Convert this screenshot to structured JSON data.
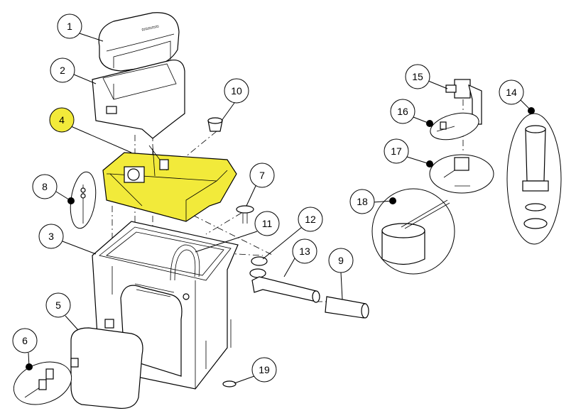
{
  "diagram": {
    "title": "Exploded parts diagram",
    "highlight_color": "#f2ea3a",
    "callouts": [
      {
        "id": "c1",
        "label": "1"
      },
      {
        "id": "c2",
        "label": "2"
      },
      {
        "id": "c3",
        "label": "3"
      },
      {
        "id": "c4",
        "label": "4",
        "highlighted": true
      },
      {
        "id": "c5",
        "label": "5"
      },
      {
        "id": "c6",
        "label": "6"
      },
      {
        "id": "c7",
        "label": "7"
      },
      {
        "id": "c8",
        "label": "8"
      },
      {
        "id": "c9",
        "label": "9"
      },
      {
        "id": "c10",
        "label": "10"
      },
      {
        "id": "c11",
        "label": "11"
      },
      {
        "id": "c12",
        "label": "12"
      },
      {
        "id": "c13",
        "label": "13"
      },
      {
        "id": "c14",
        "label": "14"
      },
      {
        "id": "c15",
        "label": "15"
      },
      {
        "id": "c16",
        "label": "16"
      },
      {
        "id": "c17",
        "label": "17"
      },
      {
        "id": "c18",
        "label": "18"
      },
      {
        "id": "c19",
        "label": "19"
      }
    ]
  }
}
